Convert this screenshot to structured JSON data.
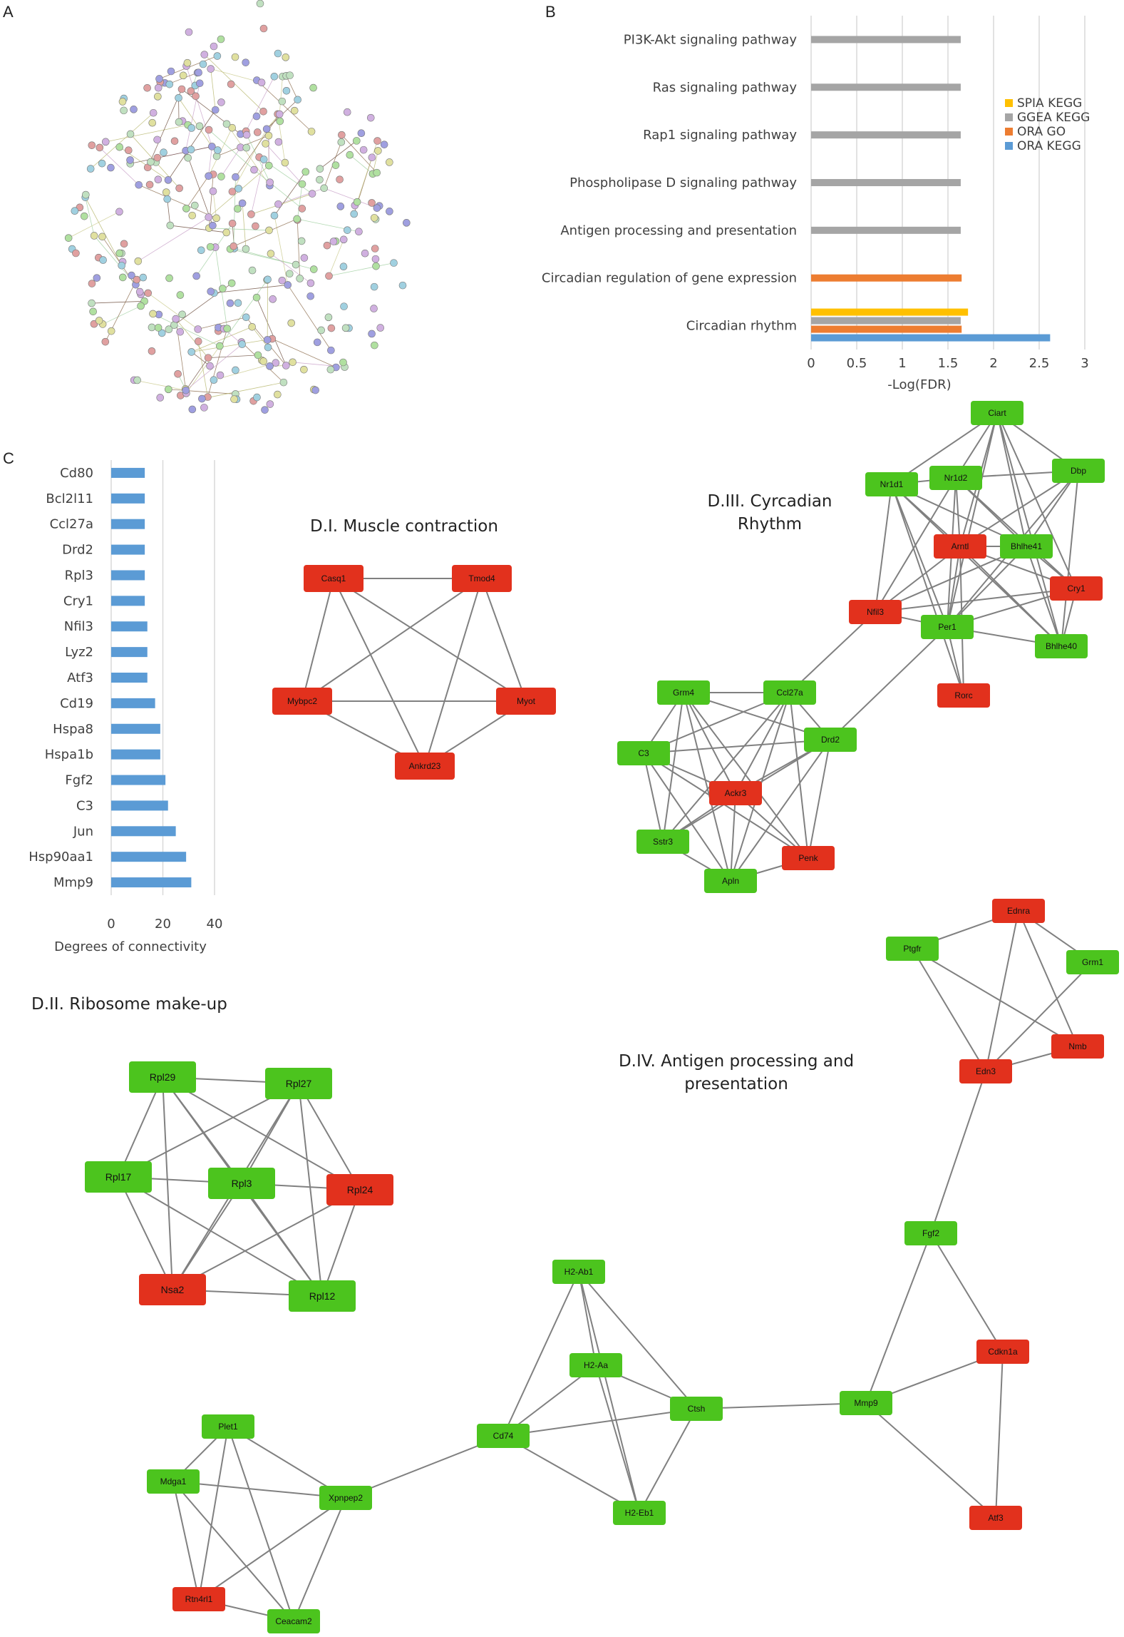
{
  "panels": {
    "a": "A",
    "b": "B",
    "c": "C"
  },
  "colors": {
    "green": "#4cc41e",
    "red": "#e2311d",
    "edge": "#808080",
    "spia": "#ffc000",
    "ggea": "#a5a5a5",
    "ora_go": "#ed7d31",
    "ora_kegg": "#5b9bd5",
    "degree_bar": "#5b9bd5"
  },
  "chart_data": [
    {
      "type": "bar",
      "orientation": "horizontal",
      "categories": [
        "PI3K-Akt signaling pathway",
        "Ras signaling pathway",
        "Rap1 signaling pathway",
        "Phospholipase D signaling pathway",
        "Antigen processing and presentation",
        "Circadian regulation of gene expression",
        "Circadian rhythm"
      ],
      "series": [
        {
          "name": "SPIA KEGG",
          "color": "#ffc000",
          "values": [
            0,
            0,
            0,
            0,
            0,
            0,
            1.72
          ]
        },
        {
          "name": "GGEA KEGG",
          "color": "#a5a5a5",
          "values": [
            1.64,
            1.64,
            1.64,
            1.64,
            1.64,
            0,
            1.64
          ]
        },
        {
          "name": "ORA GO",
          "color": "#ed7d31",
          "values": [
            0,
            0,
            0,
            0,
            0,
            1.65,
            1.65
          ]
        },
        {
          "name": "ORA KEGG",
          "color": "#5b9bd5",
          "values": [
            0,
            0,
            0,
            0,
            0,
            0,
            2.62
          ]
        }
      ],
      "xlabel": "-Log(FDR)",
      "xlim": [
        0,
        3
      ],
      "xticks": [
        "0",
        "0.5",
        "1",
        "1.5",
        "2",
        "2.5",
        "3"
      ],
      "grid": true,
      "legend": "right"
    },
    {
      "type": "bar",
      "orientation": "horizontal",
      "categories": [
        "Cd80",
        "Bcl2l11",
        "Ccl27a",
        "Drd2",
        "Rpl3",
        "Cry1",
        "Nfil3",
        "Lyz2",
        "Atf3",
        "Cd19",
        "Hspa8",
        "Hspa1b",
        "Fgf2",
        "C3",
        "Jun",
        "Hsp90aa1",
        "Mmp9"
      ],
      "values": [
        13,
        13,
        13,
        13,
        13,
        13,
        14,
        14,
        14,
        17,
        19,
        19,
        21,
        22,
        25,
        29,
        31
      ],
      "xlabel": "Degrees   of connectivity",
      "xlim": [
        0,
        40
      ],
      "xticks": [
        "0",
        "20",
        "40"
      ],
      "grid": true
    }
  ],
  "titles": {
    "d1": "D.I. Muscle contraction",
    "d2": "D.II. Ribosome make-up",
    "d3_line1": "D.III. Cyrcadian",
    "d3_line2": "Rhythm",
    "d4_line1": "D.IV. Antigen processing and",
    "d4_line2": "presentation"
  },
  "networks": {
    "d1": {
      "nodes": [
        {
          "id": "Casq1",
          "label": "Casq1",
          "color": "red"
        },
        {
          "id": "Tmod4",
          "label": "Tmod4",
          "color": "red"
        },
        {
          "id": "Mybpc2",
          "label": "Mybpc2",
          "color": "red"
        },
        {
          "id": "Myot",
          "label": "Myot",
          "color": "red"
        },
        {
          "id": "Ankrd23",
          "label": "Ankrd23",
          "color": "red"
        }
      ],
      "edges": [
        [
          "Casq1",
          "Tmod4"
        ],
        [
          "Casq1",
          "Mybpc2"
        ],
        [
          "Casq1",
          "Myot"
        ],
        [
          "Casq1",
          "Ankrd23"
        ],
        [
          "Tmod4",
          "Mybpc2"
        ],
        [
          "Tmod4",
          "Myot"
        ],
        [
          "Tmod4",
          "Ankrd23"
        ],
        [
          "Mybpc2",
          "Myot"
        ],
        [
          "Mybpc2",
          "Ankrd23"
        ],
        [
          "Myot",
          "Ankrd23"
        ]
      ]
    },
    "d2": {
      "nodes": [
        {
          "id": "Rpl29",
          "label": "Rpl29",
          "color": "green"
        },
        {
          "id": "Rpl27",
          "label": "Rpl27",
          "color": "green"
        },
        {
          "id": "Rpl17",
          "label": "Rpl17",
          "color": "green"
        },
        {
          "id": "Rpl3",
          "label": "Rpl3",
          "color": "green"
        },
        {
          "id": "Rpl24",
          "label": "Rpl24",
          "color": "red"
        },
        {
          "id": "Nsa2",
          "label": "Nsa2",
          "color": "red"
        },
        {
          "id": "Rpl12",
          "label": "Rpl12",
          "color": "green"
        }
      ],
      "edges": [
        [
          "Rpl29",
          "Rpl27"
        ],
        [
          "Rpl29",
          "Rpl17"
        ],
        [
          "Rpl29",
          "Rpl3"
        ],
        [
          "Rpl29",
          "Rpl24"
        ],
        [
          "Rpl29",
          "Nsa2"
        ],
        [
          "Rpl29",
          "Rpl12"
        ],
        [
          "Rpl27",
          "Rpl17"
        ],
        [
          "Rpl27",
          "Rpl3"
        ],
        [
          "Rpl27",
          "Rpl24"
        ],
        [
          "Rpl27",
          "Nsa2"
        ],
        [
          "Rpl27",
          "Rpl12"
        ],
        [
          "Rpl17",
          "Rpl3"
        ],
        [
          "Rpl17",
          "Nsa2"
        ],
        [
          "Rpl17",
          "Rpl12"
        ],
        [
          "Rpl3",
          "Rpl24"
        ],
        [
          "Rpl3",
          "Nsa2"
        ],
        [
          "Rpl3",
          "Rpl12"
        ],
        [
          "Rpl24",
          "Nsa2"
        ],
        [
          "Rpl24",
          "Rpl12"
        ],
        [
          "Nsa2",
          "Rpl12"
        ]
      ]
    },
    "d3": {
      "nodes": [
        {
          "id": "Ciart",
          "label": "Ciart",
          "color": "green"
        },
        {
          "id": "Nr1d1",
          "label": "Nr1d1",
          "color": "green"
        },
        {
          "id": "Nr1d2",
          "label": "Nr1d2",
          "color": "green"
        },
        {
          "id": "Dbp",
          "label": "Dbp",
          "color": "green"
        },
        {
          "id": "Arntl",
          "label": "Arntl",
          "color": "red"
        },
        {
          "id": "Bhlhe41",
          "label": "Bhlhe41",
          "color": "green"
        },
        {
          "id": "Cry1",
          "label": "Cry1",
          "color": "red"
        },
        {
          "id": "Nfil3",
          "label": "Nfil3",
          "color": "red"
        },
        {
          "id": "Per1",
          "label": "Per1",
          "color": "green"
        },
        {
          "id": "Bhlhe40",
          "label": "Bhlhe40",
          "color": "green"
        },
        {
          "id": "Rorc",
          "label": "Rorc",
          "color": "red"
        },
        {
          "id": "Grm4",
          "label": "Grm4",
          "color": "green"
        },
        {
          "id": "Ccl27a",
          "label": "Ccl27a",
          "color": "green"
        },
        {
          "id": "Drd2",
          "label": "Drd2",
          "color": "green"
        },
        {
          "id": "C3",
          "label": "C3",
          "color": "green"
        },
        {
          "id": "Ackr3",
          "label": "Ackr3",
          "color": "red"
        },
        {
          "id": "Sstr3",
          "label": "Sstr3",
          "color": "green"
        },
        {
          "id": "Penk",
          "label": "Penk",
          "color": "red"
        },
        {
          "id": "Apln",
          "label": "Apln",
          "color": "green"
        }
      ],
      "edges": [
        [
          "Ciart",
          "Nr1d1"
        ],
        [
          "Ciart",
          "Nr1d2"
        ],
        [
          "Ciart",
          "Dbp"
        ],
        [
          "Ciart",
          "Arntl"
        ],
        [
          "Ciart",
          "Bhlhe41"
        ],
        [
          "Ciart",
          "Cry1"
        ],
        [
          "Ciart",
          "Per1"
        ],
        [
          "Ciart",
          "Bhlhe40"
        ],
        [
          "Nr1d1",
          "Nr1d2"
        ],
        [
          "Nr1d1",
          "Arntl"
        ],
        [
          "Nr1d1",
          "Bhlhe41"
        ],
        [
          "Nr1d1",
          "Nfil3"
        ],
        [
          "Nr1d1",
          "Per1"
        ],
        [
          "Nr1d1",
          "Rorc"
        ],
        [
          "Nr1d1",
          "Bhlhe40"
        ],
        [
          "Nr1d2",
          "Dbp"
        ],
        [
          "Nr1d2",
          "Arntl"
        ],
        [
          "Nr1d2",
          "Bhlhe41"
        ],
        [
          "Nr1d2",
          "Per1"
        ],
        [
          "Nr1d2",
          "Nfil3"
        ],
        [
          "Nr1d2",
          "Cry1"
        ],
        [
          "Dbp",
          "Bhlhe41"
        ],
        [
          "Dbp",
          "Arntl"
        ],
        [
          "Dbp",
          "Per1"
        ],
        [
          "Dbp",
          "Bhlhe40"
        ],
        [
          "Arntl",
          "Bhlhe41"
        ],
        [
          "Arntl",
          "Cry1"
        ],
        [
          "Arntl",
          "Nfil3"
        ],
        [
          "Arntl",
          "Per1"
        ],
        [
          "Arntl",
          "Rorc"
        ],
        [
          "Arntl",
          "Bhlhe40"
        ],
        [
          "Bhlhe41",
          "Cry1"
        ],
        [
          "Bhlhe41",
          "Per1"
        ],
        [
          "Bhlhe41",
          "Bhlhe40"
        ],
        [
          "Bhlhe41",
          "Nfil3"
        ],
        [
          "Cry1",
          "Per1"
        ],
        [
          "Cry1",
          "Bhlhe40"
        ],
        [
          "Cry1",
          "Nfil3"
        ],
        [
          "Nfil3",
          "Per1"
        ],
        [
          "Nfil3",
          "Ccl27a"
        ],
        [
          "Per1",
          "Bhlhe40"
        ],
        [
          "Per1",
          "Rorc"
        ],
        [
          "Per1",
          "Drd2"
        ],
        [
          "Grm4",
          "Ccl27a"
        ],
        [
          "Grm4",
          "Drd2"
        ],
        [
          "Grm4",
          "C3"
        ],
        [
          "Grm4",
          "Ackr3"
        ],
        [
          "Grm4",
          "Sstr3"
        ],
        [
          "Grm4",
          "Penk"
        ],
        [
          "Grm4",
          "Apln"
        ],
        [
          "Ccl27a",
          "Drd2"
        ],
        [
          "Ccl27a",
          "C3"
        ],
        [
          "Ccl27a",
          "Ackr3"
        ],
        [
          "Ccl27a",
          "Sstr3"
        ],
        [
          "Ccl27a",
          "Penk"
        ],
        [
          "Ccl27a",
          "Apln"
        ],
        [
          "Drd2",
          "C3"
        ],
        [
          "Drd2",
          "Ackr3"
        ],
        [
          "Drd2",
          "Sstr3"
        ],
        [
          "Drd2",
          "Penk"
        ],
        [
          "Drd2",
          "Apln"
        ],
        [
          "C3",
          "Ackr3"
        ],
        [
          "C3",
          "Sstr3"
        ],
        [
          "C3",
          "Penk"
        ],
        [
          "C3",
          "Apln"
        ],
        [
          "Ackr3",
          "Sstr3"
        ],
        [
          "Ackr3",
          "Penk"
        ],
        [
          "Ackr3",
          "Apln"
        ],
        [
          "Sstr3",
          "Apln"
        ],
        [
          "Penk",
          "Apln"
        ]
      ]
    },
    "d4": {
      "nodes": [
        {
          "id": "Ednra",
          "label": "Ednra",
          "color": "red"
        },
        {
          "id": "Ptgfr",
          "label": "Ptgfr",
          "color": "green"
        },
        {
          "id": "Grm1",
          "label": "Grm1",
          "color": "green"
        },
        {
          "id": "Nmb",
          "label": "Nmb",
          "color": "red"
        },
        {
          "id": "Edn3",
          "label": "Edn3",
          "color": "red"
        },
        {
          "id": "Fgf2",
          "label": "Fgf2",
          "color": "green"
        },
        {
          "id": "Cdkn1a",
          "label": "Cdkn1a",
          "color": "red"
        },
        {
          "id": "Mmp9",
          "label": "Mmp9",
          "color": "green"
        },
        {
          "id": "Atf3",
          "label": "Atf3",
          "color": "red"
        },
        {
          "id": "H2-Ab1",
          "label": "H2-Ab1",
          "color": "green"
        },
        {
          "id": "H2-Aa",
          "label": "H2-Aa",
          "color": "green"
        },
        {
          "id": "Ctsh",
          "label": "Ctsh",
          "color": "green"
        },
        {
          "id": "Cd74",
          "label": "Cd74",
          "color": "green"
        },
        {
          "id": "H2-Eb1",
          "label": "H2-Eb1",
          "color": "green"
        },
        {
          "id": "Plet1",
          "label": "Plet1",
          "color": "green"
        },
        {
          "id": "Mdga1",
          "label": "Mdga1",
          "color": "green"
        },
        {
          "id": "Xpnpep2",
          "label": "Xpnpep2",
          "color": "green"
        },
        {
          "id": "Rtn4rl1",
          "label": "Rtn4rl1",
          "color": "red"
        },
        {
          "id": "Ceacam2",
          "label": "Ceacam2",
          "color": "green"
        }
      ],
      "edges": [
        [
          "Ednra",
          "Grm1"
        ],
        [
          "Ednra",
          "Nmb"
        ],
        [
          "Ednra",
          "Edn3"
        ],
        [
          "Ednra",
          "Ptgfr"
        ],
        [
          "Ptgfr",
          "Edn3"
        ],
        [
          "Ptgfr",
          "Nmb"
        ],
        [
          "Grm1",
          "Edn3"
        ],
        [
          "Nmb",
          "Edn3"
        ],
        [
          "Edn3",
          "Fgf2"
        ],
        [
          "Fgf2",
          "Mmp9"
        ],
        [
          "Fgf2",
          "Cdkn1a"
        ],
        [
          "Cdkn1a",
          "Mmp9"
        ],
        [
          "Cdkn1a",
          "Atf3"
        ],
        [
          "Mmp9",
          "Atf3"
        ],
        [
          "Mmp9",
          "Ctsh"
        ],
        [
          "H2-Ab1",
          "H2-Aa"
        ],
        [
          "H2-Ab1",
          "Ctsh"
        ],
        [
          "H2-Ab1",
          "Cd74"
        ],
        [
          "H2-Ab1",
          "H2-Eb1"
        ],
        [
          "H2-Aa",
          "Ctsh"
        ],
        [
          "H2-Aa",
          "Cd74"
        ],
        [
          "H2-Aa",
          "H2-Eb1"
        ],
        [
          "Ctsh",
          "Cd74"
        ],
        [
          "Ctsh",
          "H2-Eb1"
        ],
        [
          "Cd74",
          "H2-Eb1"
        ],
        [
          "Cd74",
          "Xpnpep2"
        ],
        [
          "Plet1",
          "Mdga1"
        ],
        [
          "Plet1",
          "Xpnpep2"
        ],
        [
          "Plet1",
          "Rtn4rl1"
        ],
        [
          "Plet1",
          "Ceacam2"
        ],
        [
          "Mdga1",
          "Xpnpep2"
        ],
        [
          "Mdga1",
          "Rtn4rl1"
        ],
        [
          "Mdga1",
          "Ceacam2"
        ],
        [
          "Xpnpep2",
          "Rtn4rl1"
        ],
        [
          "Xpnpep2",
          "Ceacam2"
        ],
        [
          "Rtn4rl1",
          "Ceacam2"
        ]
      ]
    }
  }
}
